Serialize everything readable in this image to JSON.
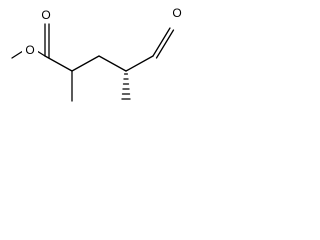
{
  "molecule": {
    "atoms": {
      "ester_carbonyl_oxygen": "O",
      "ester_ether_oxygen": "O",
      "aldehyde_oxygen": "O"
    },
    "stereo": {
      "c4_methyl_bond": "hashed-wedge"
    }
  }
}
